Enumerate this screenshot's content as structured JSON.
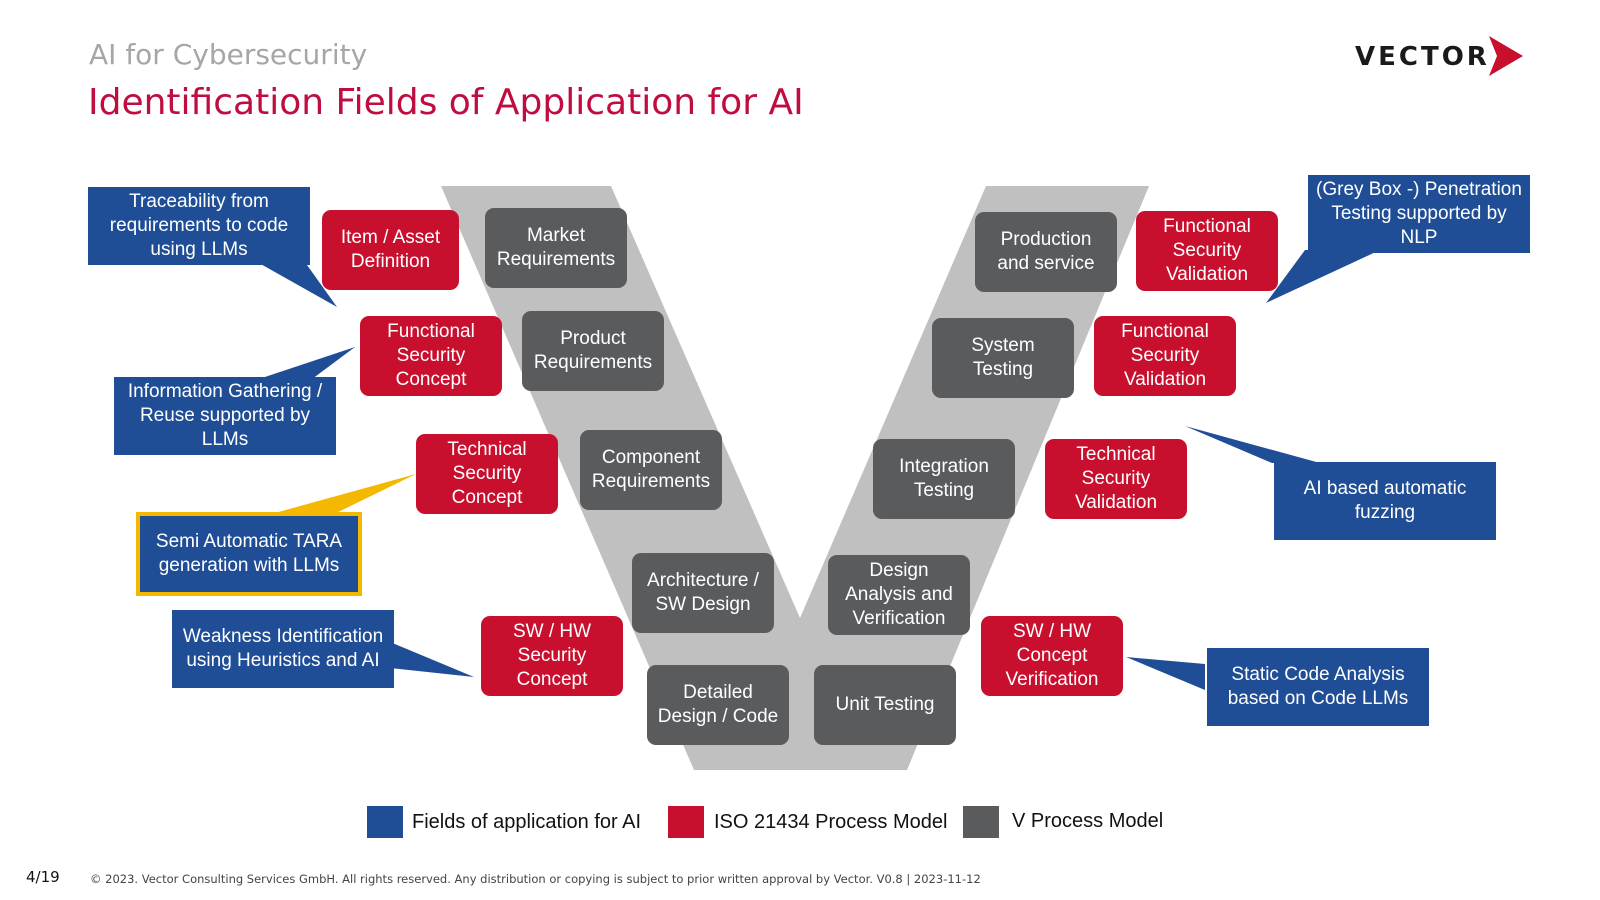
{
  "header": {
    "subtitle": "AI for Cybersecurity",
    "title": "Identification Fields of Application for AI",
    "logo_text": "VECTOR"
  },
  "v_model": [
    "Market\nRequirements",
    "Product\nRequirements",
    "Component\nRequirements",
    "Architecture /\nSW Design",
    "Detailed\nDesign / Code",
    "Unit Testing",
    "Design\nAnalysis and\nVerification",
    "Integration\nTesting",
    "System\nTesting",
    "Production\nand service"
  ],
  "iso_21434": [
    "Item / Asset\nDefinition",
    "Functional\nSecurity\nConcept",
    "Technical\nSecurity\nConcept",
    "SW / HW\nSecurity\nConcept",
    "SW / HW\nConcept\nVerification",
    "Technical\nSecurity\nValidation",
    "Functional\nSecurity\nValidation",
    "Functional\nSecurity\nValidation"
  ],
  "ai_fields": [
    "Traceability from\nrequirements to code\nusing LLMs",
    "Information Gathering /\nReuse supported by\nLLMs",
    "Semi Automatic TARA\ngeneration with LLMs",
    "Weakness Identification\nusing Heuristics and AI",
    "(Grey Box -) Penetration\nTesting supported by\nNLP",
    "AI based automatic\nfuzzing",
    "Static Code Analysis\nbased on Code LLMs"
  ],
  "legend": {
    "ai": "Fields of application for AI",
    "iso": "ISO 21434 Process Model",
    "v": "V Process Model"
  },
  "colors": {
    "ai": "#1f4e96",
    "iso": "#c8102e",
    "v": "#595b5d",
    "highlight": "#f5b800",
    "title": "#c00d3f"
  },
  "footer": {
    "page": "4/19",
    "copyright": "© 2023. Vector Consulting Services GmbH. All rights reserved. Any distribution or copying is subject to prior written approval by Vector. V0.8 | 2023-11-12"
  }
}
